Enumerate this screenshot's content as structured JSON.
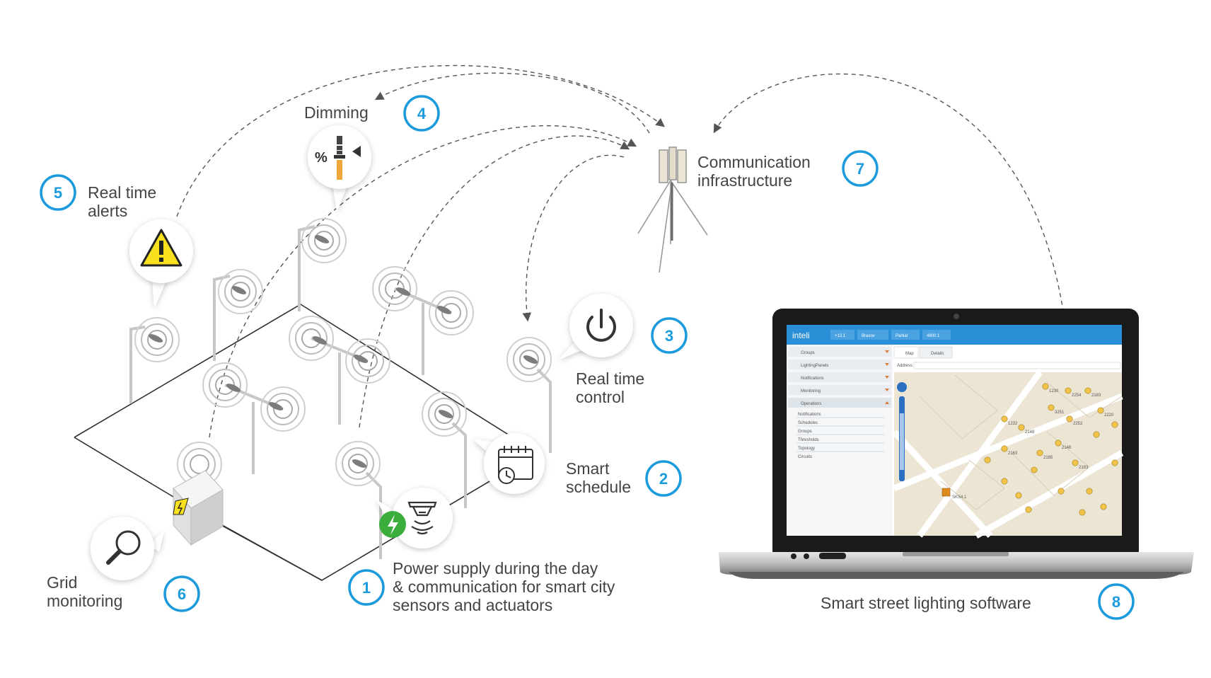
{
  "labels": {
    "power_supply": [
      "Power supply during the day",
      "& communication for smart city",
      "sensors and actuators"
    ],
    "smart_schedule": [
      "Smart",
      "schedule"
    ],
    "real_time_control": [
      "Real time",
      "control"
    ],
    "dimming": "Dimming",
    "real_time_alerts": [
      "Real time",
      "alerts"
    ],
    "grid_monitoring": [
      "Grid",
      "monitoring"
    ],
    "communication": [
      "Communication",
      "infrastructure"
    ],
    "software": "Smart street lighting software"
  },
  "numbers": {
    "n1": "1",
    "n2": "2",
    "n3": "3",
    "n4": "4",
    "n5": "5",
    "n6": "6",
    "n7": "7",
    "n8": "8"
  },
  "icons": {
    "alert": "warning-triangle-icon",
    "dimming": "dimmer-slider-icon",
    "control": "power-icon",
    "schedule": "calendar-clock-icon",
    "sensor": "motion-sensor-icon",
    "grid": "magnifier-icon",
    "bolt": "lightning-icon",
    "box": "electrical-cabinet-icon",
    "tower": "cell-tower-icon"
  },
  "screen": {
    "brand": "inteli",
    "toolbar": [
      "+12.1",
      "Brasov",
      "Partial",
      "4800.1"
    ],
    "tabs": [
      "Map",
      "Details"
    ],
    "address_label": "Address",
    "menu": [
      "Groups",
      "LightingPanels",
      "Notifications",
      "Monitoring",
      "Operations"
    ],
    "submenu": [
      "Notifications",
      "Schedules",
      "Groups",
      "Thresholds",
      "Topology",
      "Circuits"
    ],
    "map_marker_labels": [
      "1230",
      "2254",
      "2183",
      "3251",
      "2252",
      "2220",
      "1232",
      "2148",
      "2163",
      "2185",
      "2148",
      "2183",
      "SKS4.1"
    ]
  },
  "colors": {
    "accent": "#1c9bdc",
    "warning": "#f8e01e",
    "dim_fill": "#f2a73b",
    "bolt_green": "#3aad3c",
    "screen_header": "#2a8fd6",
    "map_bg": "#ece5d4",
    "marker": "#f2c24a"
  }
}
